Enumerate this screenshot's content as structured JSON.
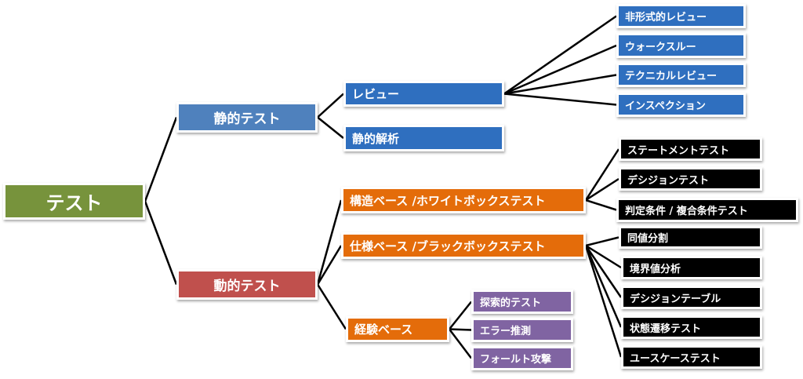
{
  "diagram": {
    "root": {
      "label": "テスト",
      "color": "#77933c"
    },
    "static": {
      "label": "静的テスト",
      "color": "#4f81bd",
      "review": {
        "label": "レビュー",
        "color": "#2f6fbf",
        "children": [
          "非形式的レビュー",
          "ウォークスルー",
          "テクニカルレビュー",
          "インスペクション"
        ]
      },
      "analysis": {
        "label": "静的解析",
        "color": "#2f6fbf"
      }
    },
    "dynamic": {
      "label": "動的テスト",
      "color": "#c0504d",
      "structure": {
        "label": "構造ベース /ホワイトボックステスト",
        "color": "#e46c0a",
        "children": [
          "ステートメントテスト",
          "デシジョンテスト",
          "判定条件 / 複合条件テスト"
        ]
      },
      "spec": {
        "label": "仕様ベース /ブラックボックステスト",
        "color": "#e46c0a",
        "children": [
          "同値分割",
          "境界値分析",
          "デシジョンテーブル",
          "状態遷移テスト",
          "ユースケーステスト"
        ]
      },
      "experience": {
        "label": "経験ベース",
        "color": "#e46c0a",
        "children": [
          "探索的テスト",
          "エラー推測",
          "フォールト攻撃"
        ]
      }
    }
  }
}
